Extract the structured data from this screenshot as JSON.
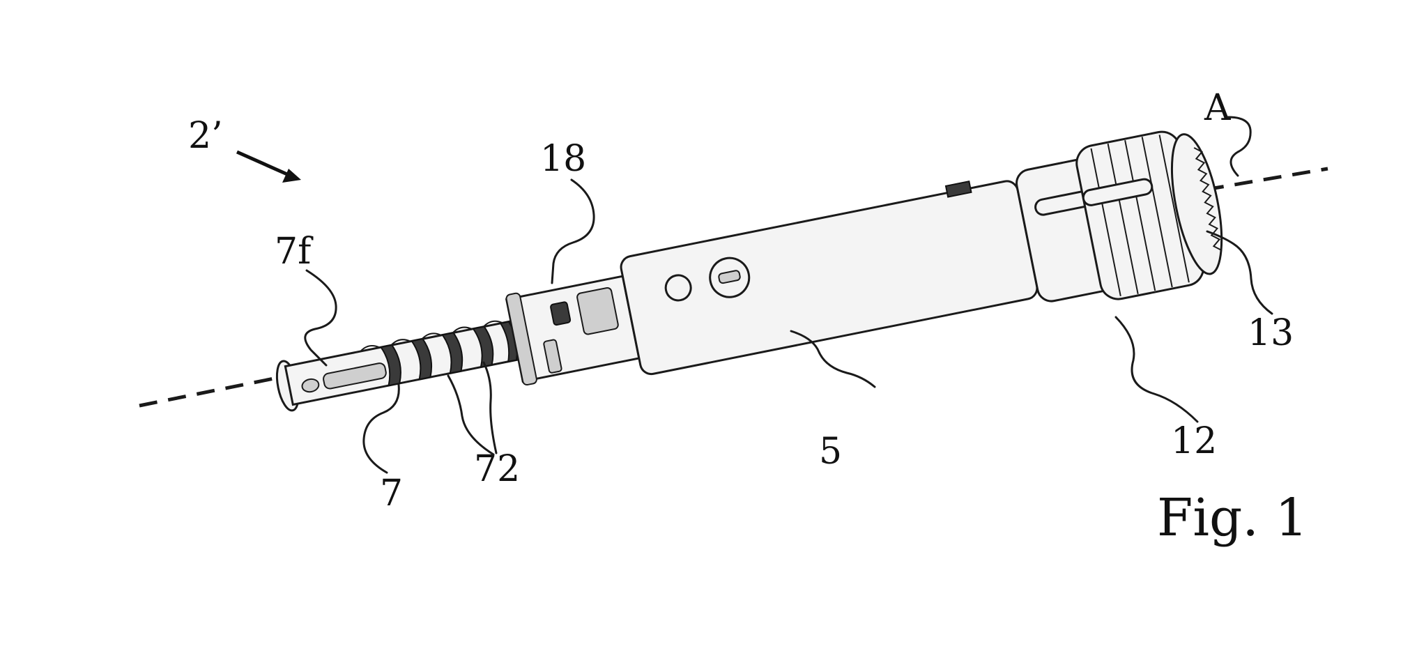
{
  "figure": {
    "caption": "Fig. 1",
    "assembly_label": "2’",
    "axis_label": "A",
    "labels": {
      "r18": "18",
      "r7f": "7f",
      "r7": "7",
      "r72": "72",
      "r5": "5",
      "r12": "12",
      "r13": "13"
    }
  }
}
